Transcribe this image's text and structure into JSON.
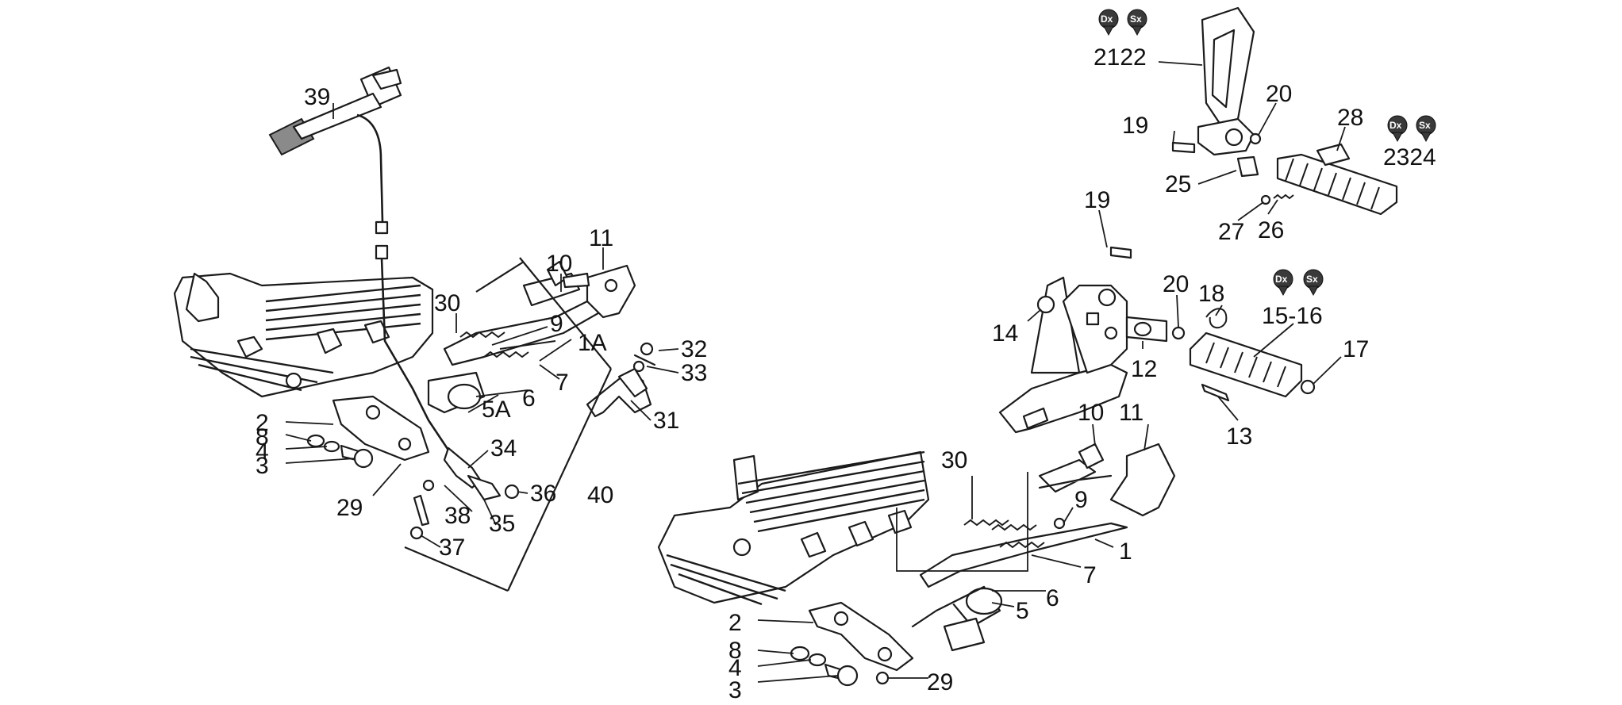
{
  "callouts": {
    "left": {
      "c39": "39",
      "c10": "10",
      "c11": "11",
      "c30": "30",
      "c9": "9",
      "c1A": "1A",
      "c32": "32",
      "c33": "33",
      "c7": "7",
      "c6": "6",
      "c5A": "5A",
      "c31": "31",
      "c2": "2",
      "c8": "8",
      "c4": "4",
      "c3": "3",
      "c34": "34",
      "c36": "36",
      "c29": "29",
      "c38": "38",
      "c35": "35",
      "c37": "37",
      "c40": "40"
    },
    "right": {
      "c2122": "2122",
      "c20a": "20",
      "c19a": "19",
      "c28": "28",
      "c2324": "2324",
      "c25": "25",
      "c27": "27",
      "c26": "26",
      "c19b": "19",
      "c20b": "20",
      "c18": "18",
      "c1516": "15-16",
      "c14": "14",
      "c12": "12",
      "c17": "17",
      "c13": "13",
      "c10": "10",
      "c11": "11",
      "c30": "30",
      "c9": "9",
      "c1": "1",
      "c7": "7",
      "c6": "6",
      "c5": "5",
      "c2": "2",
      "c8": "8",
      "c4": "4",
      "c3": "3",
      "c29": "29"
    }
  },
  "badges": {
    "dx": "Dx",
    "sx": "Sx"
  },
  "colors": {
    "ink": "#1b1b1b",
    "background": "#ffffff",
    "badge_fill": "#3a3a3a"
  }
}
